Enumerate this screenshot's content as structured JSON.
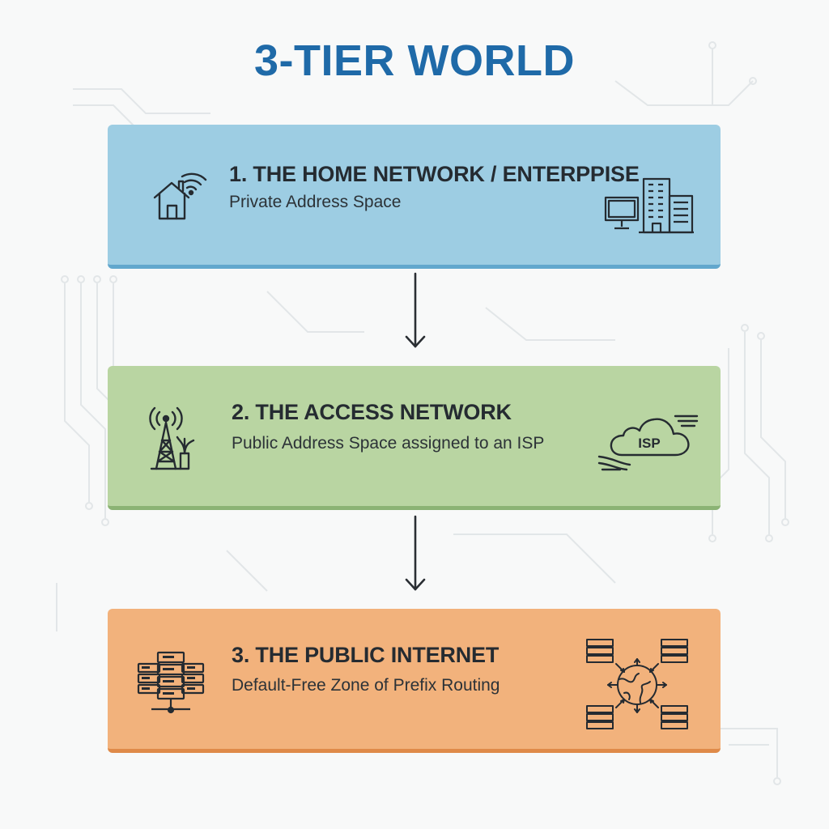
{
  "title": "3-TIER WORLD",
  "tiers": [
    {
      "heading": "1. THE HOME NETWORK / ENTERPPISE",
      "subtitle": "Private Address Space",
      "color": "#9dcde3"
    },
    {
      "heading": "2. THE ACCESS NETWORK",
      "subtitle": "Public Address Space assigned to an ISP",
      "color": "#b9d5a2"
    },
    {
      "heading": "3. THE PUBLIC INTERNET",
      "subtitle": "Default-Free Zone of Prefix Routing",
      "color": "#f2b27c"
    }
  ],
  "cloud_label": "ISP",
  "colors": {
    "title": "#1f6aa8",
    "line": "#252b31",
    "arrow": "#2a2e33"
  }
}
